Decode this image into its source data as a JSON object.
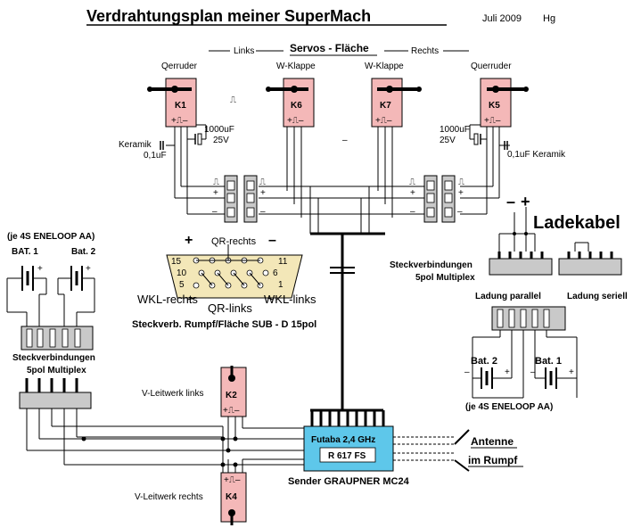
{
  "title": "Verdrahtungsplan  meiner SuperMach",
  "date": "Juli 2009",
  "author": "Hg",
  "wing": {
    "heading": "Servos - Fläche",
    "left_label": "Links",
    "right_label": "Rechts"
  },
  "servos": {
    "k1": {
      "name": "Qerruder",
      "id": "K1"
    },
    "k6": {
      "name": "W-Klappe",
      "id": "K6"
    },
    "k7": {
      "name": "W-Klappe",
      "id": "K7"
    },
    "k5": {
      "name": "Querruder",
      "id": "K5"
    },
    "k2": {
      "name": "V-Leitwerk links",
      "id": "K2"
    },
    "k4": {
      "name": "V-Leitwerk rechts",
      "id": "K4"
    }
  },
  "capacitors": {
    "left_electrolytic": [
      "1000uF",
      "25V"
    ],
    "left_ceramic": [
      "Keramik",
      "0,1uF"
    ],
    "right_electrolytic": [
      "1000uF",
      "25V"
    ],
    "right_ceramic": "0,1uF Keramik"
  },
  "dsub": {
    "label": "Steckverb. Rumpf/Fläche SUB - D 15pol",
    "qr_rechts": "QR-rechts",
    "qr_links": "QR-links",
    "wkl_rechts": "WKL-rechts",
    "wkl_links": "WKL-links",
    "pin15": "15",
    "pin10": "10",
    "pin5": "5",
    "pin11": "11",
    "pin6": "6",
    "pin1": "1"
  },
  "left_battery": {
    "heading": "(je 4S ENELOOP AA)",
    "bat1": "BAT. 1",
    "bat2": "Bat. 2",
    "connector_label_1": "Steckverbindungen",
    "connector_label_2": "5pol Multiplex"
  },
  "right_side": {
    "ladekabel": "Ladekabel",
    "connector_label_1": "Steckverbindungen",
    "connector_label_2": "5pol Multiplex",
    "ladung_parallel": "Ladung parallel",
    "ladung_seriell": "Ladung seriell",
    "bat2": "Bat. 2",
    "bat1": "Bat. 1",
    "battery_note": "(je 4S ENELOOP AA)"
  },
  "receiver": {
    "line1": "Futaba  2,4 GHz",
    "line2": "R 617 FS",
    "transmitter": "Sender GRAUPNER MC24"
  },
  "antenna": {
    "line1": "Antenne",
    "line2": "im Rumpf"
  },
  "symbols": {
    "plus": "+",
    "minus": "–",
    "servo_pins": "+⎍–"
  }
}
